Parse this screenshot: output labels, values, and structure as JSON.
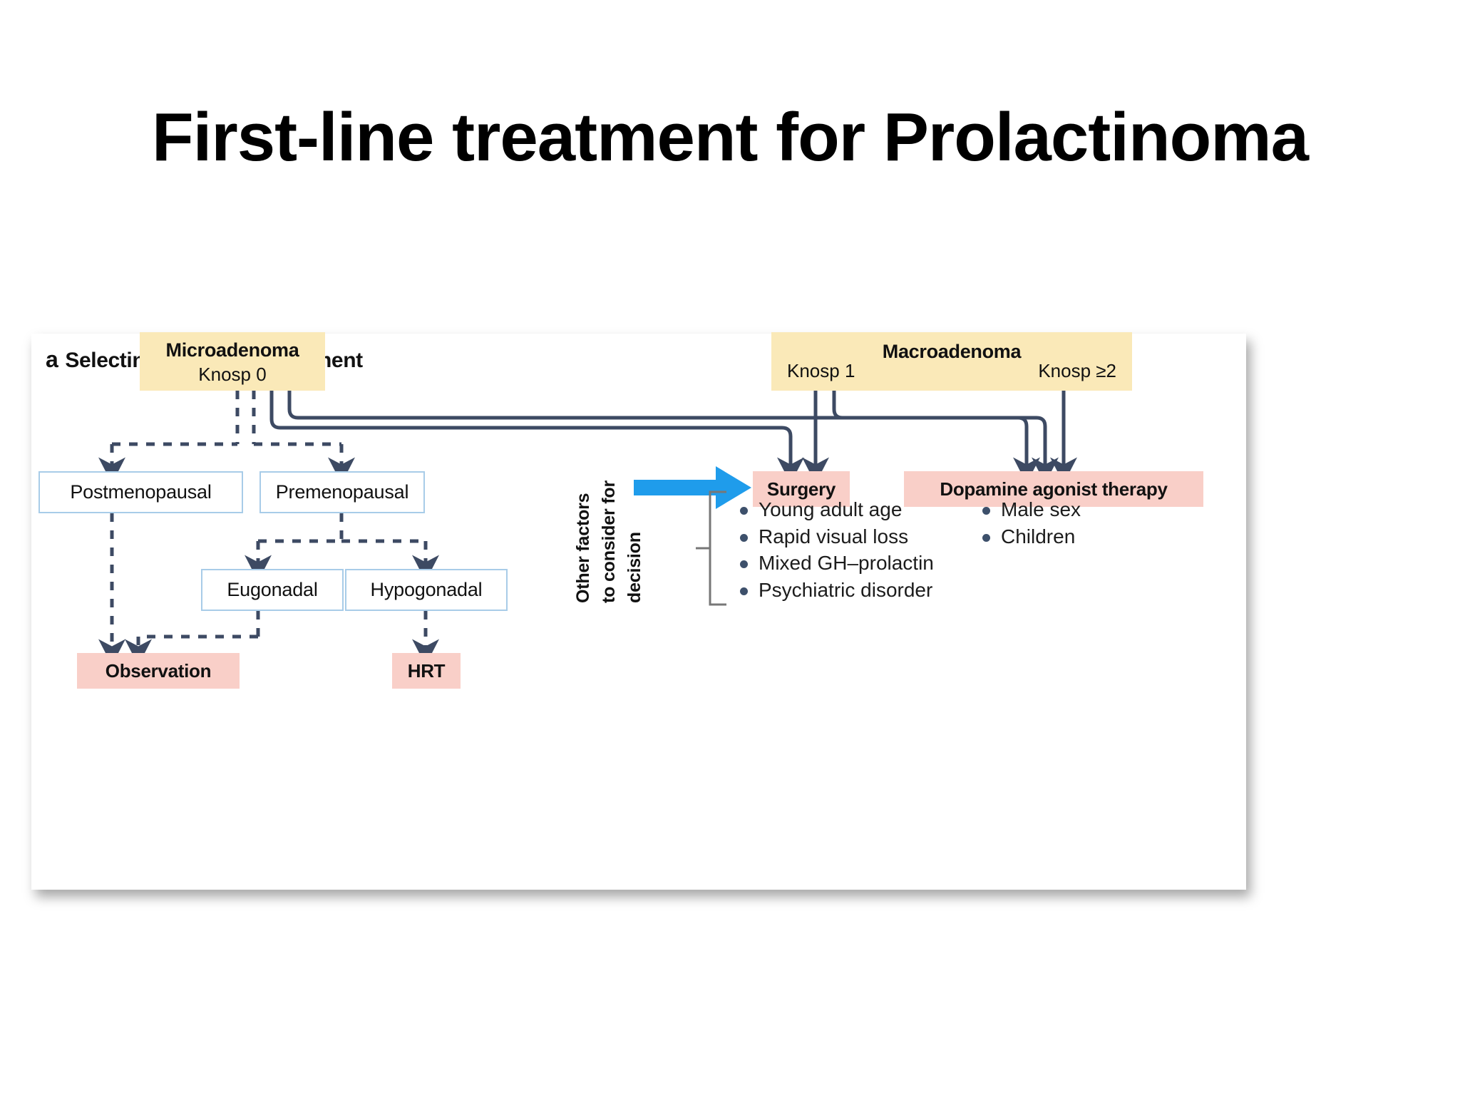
{
  "slide": {
    "title": "First-line treatment for Prolactinoma",
    "background": "#ffffff"
  },
  "figure": {
    "panel_letter": "a",
    "panel_title": "Selecting a first-line treatment",
    "colors": {
      "yellow_node": "#FAE9B8",
      "pink_node": "#F9CFC8",
      "outline_node_border": "#A8CCE8",
      "connector": "#3D4A63",
      "highlight_arrow": "#1F9CEB",
      "bullet": "#3D506B"
    },
    "nodes": {
      "microadenoma": {
        "title": "Microadenoma",
        "sub": "Knosp 0"
      },
      "macroadenoma": {
        "title": "Macroadenoma",
        "left_sub": "Knosp 1",
        "right_sub": "Knosp ≥2"
      },
      "postmenopausal": "Postmenopausal",
      "premenopausal": "Premenopausal",
      "eugonadal": "Eugonadal",
      "hypogonadal": "Hypogonadal",
      "observation": "Observation",
      "hrt": "HRT",
      "surgery": "Surgery",
      "dopamine_agonist": "Dopamine agonist therapy"
    },
    "side_label": {
      "line1": "Other factors",
      "line2": "to consider for",
      "line3": "decision"
    },
    "surgery_factors": [
      "Young adult age",
      "Rapid visual loss",
      "Mixed GH–prolactin",
      "Psychiatric disorder"
    ],
    "dopamine_agonist_factors": [
      "Male sex",
      "Children"
    ]
  }
}
